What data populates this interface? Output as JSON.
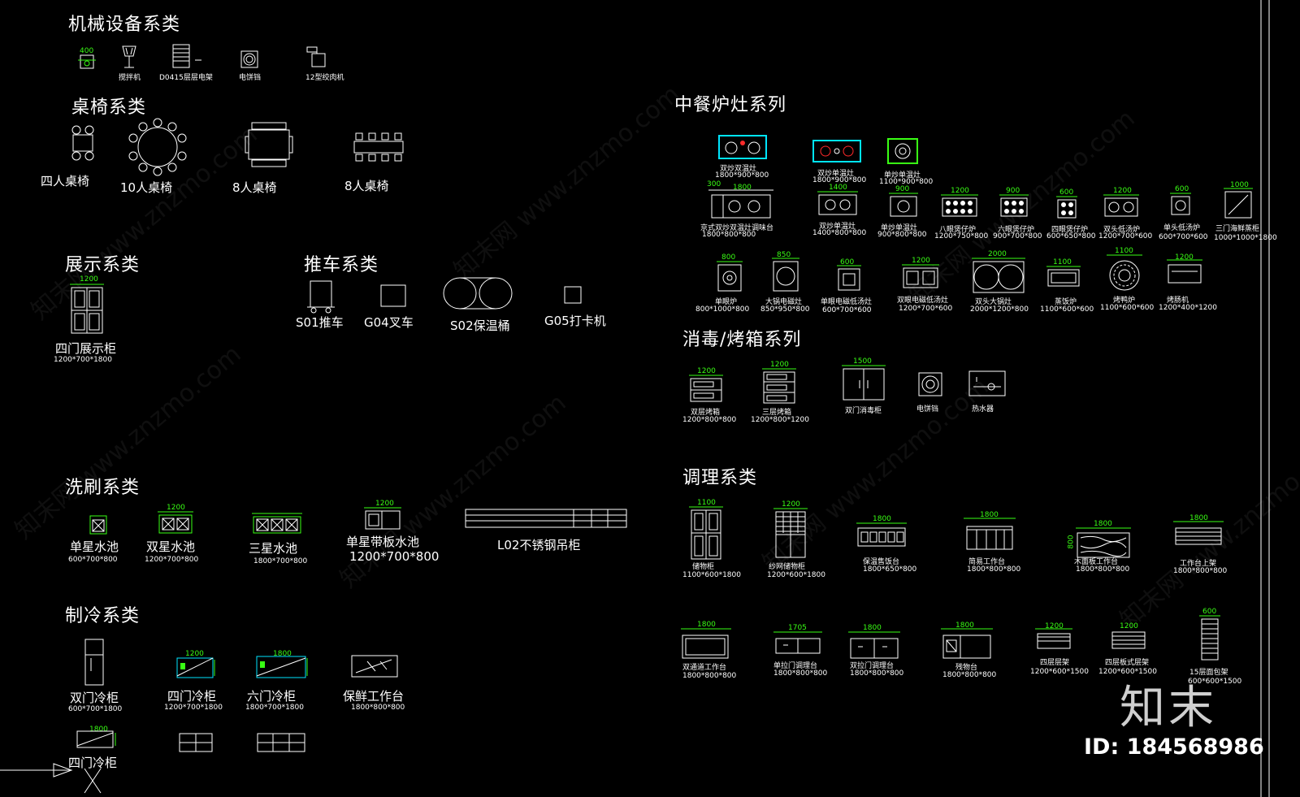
{
  "sections": {
    "machinery": "机械设备系类",
    "tables": "桌椅系类",
    "display": "展示系类",
    "carts": "推车系类",
    "washing": "洗刷系类",
    "cooling": "制冷系类",
    "stove": "中餐炉灶系列",
    "oven": "消毒/烤箱系列",
    "prep": "调理系类"
  },
  "machinery_items": [
    "搅拌机",
    "D0415层层电架",
    "电饼铛",
    "12型绞肉机"
  ],
  "machinery_dim": "400",
  "tables": [
    "四人桌椅",
    "10人桌椅",
    "8人桌椅",
    "8人桌椅"
  ],
  "display": {
    "dim": "1200",
    "label": "四门展示柜",
    "size": "1200*700*1800"
  },
  "carts": [
    "S01推车",
    "G04叉车",
    "S02保温桶",
    "G05打卡机"
  ],
  "washing": [
    {
      "label": "单星水池",
      "size": "600*700*800",
      "dim": ""
    },
    {
      "label": "双星水池",
      "size": "1200*700*800",
      "dim": "1200"
    },
    {
      "label": "三星水池",
      "size": "1800*700*800",
      "dim": ""
    },
    {
      "label": "单星带板水池",
      "size": "1200*700*800",
      "dim": "1200"
    },
    {
      "label": "L02不锈钢吊柜",
      "size": "",
      "dim": ""
    }
  ],
  "cooling": [
    {
      "label": "双门冷柜",
      "size": "600*700*1800"
    },
    {
      "label": "四门冷柜",
      "size": "1200*700*1800"
    },
    {
      "label": "六门冷柜",
      "size": "1800*700*1800"
    },
    {
      "label": "保鲜工作台",
      "size": "1800*800*800"
    },
    {
      "label": "四门冷柜",
      "size": ""
    }
  ],
  "cooling_dims": [
    "1200",
    "1800",
    "1800"
  ],
  "stove_row1": [
    {
      "label": "双炒双温灶",
      "size": "1800*900*800",
      "dim": ""
    },
    {
      "label": "双炒单温灶",
      "size": "1800*900*800",
      "dim": ""
    },
    {
      "label": "单炒单温灶",
      "size": "1100*900*800",
      "dim": ""
    }
  ],
  "stove_row2": [
    {
      "label": "京式双炒双温灶调味台",
      "size": "1800*800*800",
      "dim": "1800",
      "dim2": "300"
    },
    {
      "label": "双炒单温灶",
      "size": "1400*800*800",
      "dim": "1400"
    },
    {
      "label": "单炒单温灶",
      "size": "900*800*800",
      "dim": "900"
    },
    {
      "label": "八眼煲仔炉",
      "size": "1200*750*800",
      "dim": "1200"
    },
    {
      "label": "六眼煲仔炉",
      "size": "900*700*800",
      "dim": "900"
    },
    {
      "label": "四眼煲仔炉",
      "size": "600*650*800",
      "dim": "600"
    },
    {
      "label": "双头低汤炉",
      "size": "1200*700*600",
      "dim": "1200"
    },
    {
      "label": "单头低汤炉",
      "size": "600*700*600",
      "dim": "600"
    },
    {
      "label": "三门海鲜蒸柜",
      "size": "1000*1000*1800",
      "dim": "1000"
    }
  ],
  "stove_row3": [
    {
      "label": "单眼炉",
      "size": "800*1000*800",
      "dim": "800"
    },
    {
      "label": "大锅电磁灶",
      "size": "850*950*800",
      "dim": "850"
    },
    {
      "label": "单眼电磁低汤灶",
      "size": "600*700*600",
      "dim": "600"
    },
    {
      "label": "双眼电磁低汤灶",
      "size": "1200*700*600",
      "dim": "1200"
    },
    {
      "label": "双头大锅灶",
      "size": "2000*1200*800",
      "dim": "2000"
    },
    {
      "label": "蒸饭炉",
      "size": "1100*600*600",
      "dim": "1100"
    },
    {
      "label": "烤鸭炉",
      "size": "1100*600*600",
      "dim": "1100"
    },
    {
      "label": "烤肠机",
      "size": "1200*400*1200",
      "dim": "1200"
    }
  ],
  "oven": [
    {
      "label": "双层烤箱",
      "size": "1200*800*800",
      "dim": "1200"
    },
    {
      "label": "三层烤箱",
      "size": "1200*800*1200",
      "dim": "1200"
    },
    {
      "label": "双门消毒柜",
      "size": "",
      "dim": "1500"
    },
    {
      "label": "电饼铛",
      "size": "",
      "dim": ""
    },
    {
      "label": "热水器",
      "size": "",
      "dim": ""
    }
  ],
  "prep_row1": [
    {
      "label": "储物柜",
      "size": "1100*600*1800",
      "dim": "1100"
    },
    {
      "label": "纱网储物柜",
      "size": "1200*600*1800",
      "dim": "1200"
    },
    {
      "label": "保温售饭台",
      "size": "1800*650*800",
      "dim": "1800"
    },
    {
      "label": "简易工作台",
      "size": "1800*800*800",
      "dim": "1800"
    },
    {
      "label": "木面板工作台",
      "size": "1800*800*800",
      "dim": "1800",
      "dim2": "800"
    },
    {
      "label": "工作台上架",
      "size": "1800*800*800",
      "dim": "1800"
    }
  ],
  "prep_row2": [
    {
      "label": "双通道工作台",
      "size": "1800*800*800",
      "dim": "1800"
    },
    {
      "label": "单拉门调理台",
      "size": "1800*800*800",
      "dim": "1705"
    },
    {
      "label": "双拉门调理台",
      "size": "1800*800*800",
      "dim": "1800"
    },
    {
      "label": "残物台",
      "size": "1800*800*800",
      "dim": "1800"
    },
    {
      "label": "四层层架",
      "size": "1200*600*1500",
      "dim": "1200"
    },
    {
      "label": "四层板式层架",
      "size": "1200*600*1500",
      "dim": "1200"
    },
    {
      "label": "15层面包架",
      "size": "600*600*1500",
      "dim": "600"
    }
  ],
  "watermark": "知末网 www.znzmo.com",
  "logo": "知末",
  "id_text": "ID: 184568986",
  "colors": {
    "bg": "#000000",
    "dim": "#39ff14",
    "cyan": "#00e5ff",
    "white": "#ffffff",
    "red": "#ff2a2a"
  }
}
